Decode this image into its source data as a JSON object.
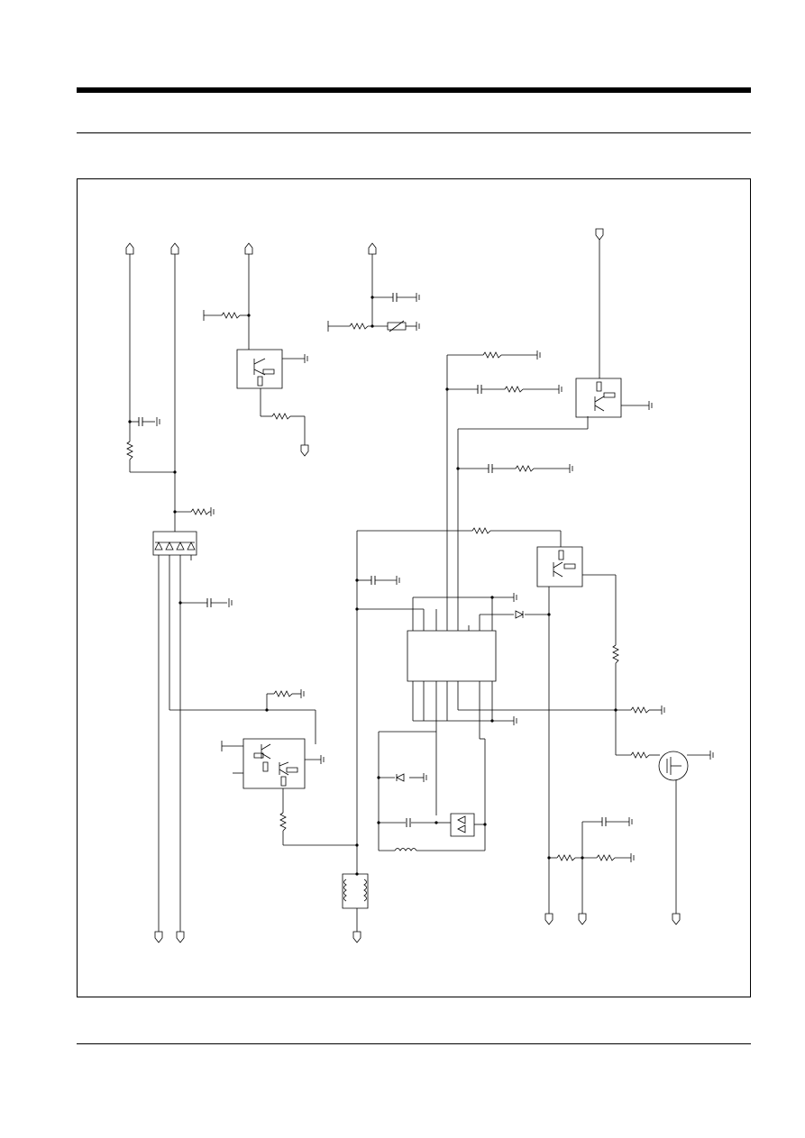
{
  "document": {
    "header": {},
    "footer": {}
  },
  "schematic": {
    "line_color": "#000000",
    "background": "#ffffff",
    "connectors": [
      "input-arrow",
      "input-arrow",
      "input-arrow",
      "input-arrow",
      "output-arrow",
      "output-arrow",
      "output-arrow",
      "output-arrow",
      "output-arrow",
      "output-arrow",
      "output-arrow",
      "output-arrow"
    ],
    "components": [
      "ic-chip",
      "transistor-module",
      "transistor-module",
      "transistor-module",
      "transistor-module",
      "led-array",
      "mosfet",
      "diode",
      "diode",
      "zener-pair",
      "inductor",
      "transformer-coil",
      "resistor",
      "capacitor",
      "ground-symbol"
    ]
  }
}
